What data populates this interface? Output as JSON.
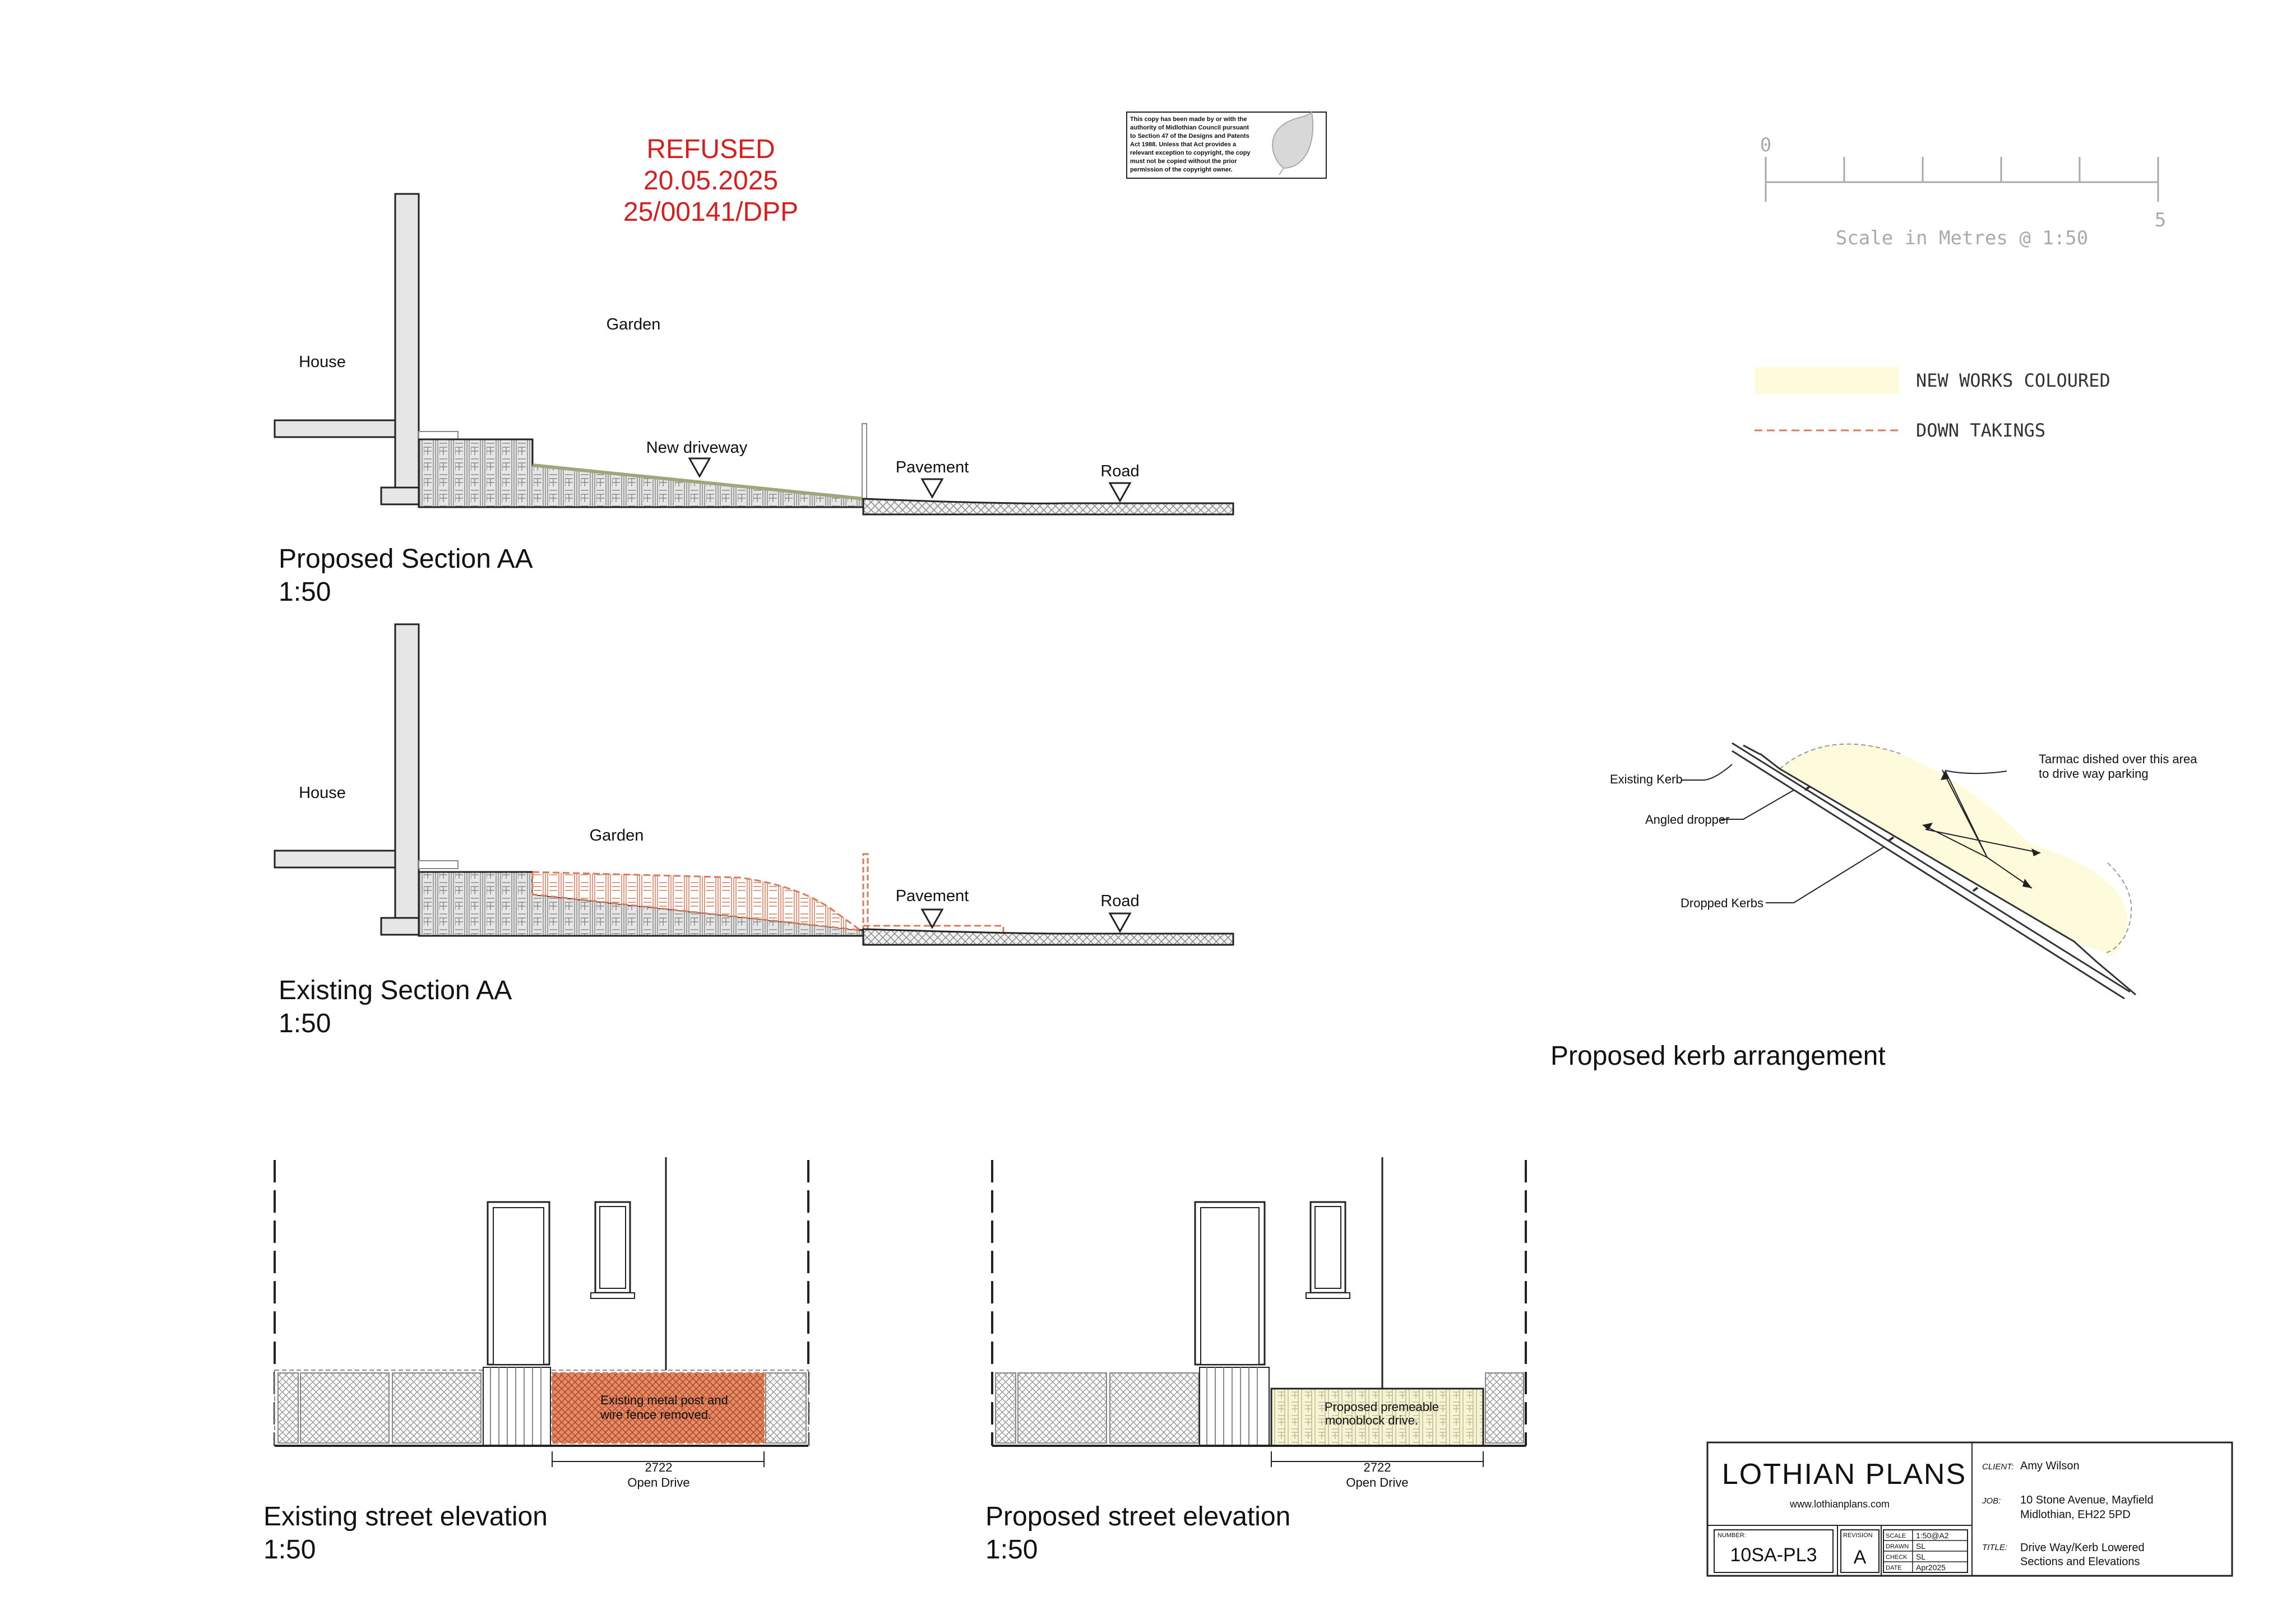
{
  "stamp": {
    "status": "REFUSED",
    "date": "20.05.2025",
    "reference": "25/00141/DPP",
    "color": "#d61f1f"
  },
  "copyright_notice": [
    "This copy has been made by or with the",
    "authority of Midlothian Council pursuant",
    "to Section 47 of the Designs and Patents",
    "Act 1988. Unless that Act provides a",
    "relevant exception to copyright, the copy",
    "must not be copied without the prior",
    "permission of the copyright owner."
  ],
  "scale_bar": {
    "start": "0",
    "end": "5",
    "caption": "Scale in Metres @ 1:50"
  },
  "legend": {
    "new_works": "NEW WORKS COLOURED",
    "down_takings": "DOWN TAKINGS",
    "new_works_color": "#fdfbdc",
    "down_takings_color": "#d97a5a"
  },
  "proposed_section": {
    "house": "House",
    "garden": "Garden",
    "driveway": "New driveway",
    "pavement": "Pavement",
    "road": "Road",
    "title": "Proposed Section AA",
    "scale": "1:50"
  },
  "existing_section": {
    "house": "House",
    "garden": "Garden",
    "pavement": "Pavement",
    "road": "Road",
    "title": "Existing Section AA",
    "scale": "1:50"
  },
  "kerb": {
    "existing_kerb": "Existing Kerb",
    "angled_dropper": "Angled dropper",
    "dropped_kerbs": "Dropped Kerbs",
    "tarmac_note": [
      "Tarmac dished over this area",
      "to drive way parking"
    ],
    "title": "Proposed kerb arrangement"
  },
  "existing_elevation": {
    "note": [
      "Existing metal post and",
      "wire fence removed."
    ],
    "dimension": "2722",
    "dim_label": "Open Drive",
    "title": "Existing street elevation",
    "scale": "1:50"
  },
  "proposed_elevation": {
    "note": [
      "Proposed premeable",
      "monoblock drive."
    ],
    "dimension": "2722",
    "dim_label": "Open Drive",
    "title": "Proposed street elevation",
    "scale": "1:50"
  },
  "title_block": {
    "company": "LOTHIAN PLANS",
    "website": "www.lothianplans.com",
    "client_label": "CLIENT:",
    "client": "Amy Wilson",
    "job_label": "JOB:",
    "job": [
      "10 Stone Avenue, Mayfield",
      "Midlothian, EH22 5PD"
    ],
    "title_label": "TITLE:",
    "title": [
      "Drive Way/Kerb Lowered",
      "Sections and Elevations"
    ],
    "number_label": "NUMBER:",
    "number": "10SA-PL3",
    "revision_label": "REVISION",
    "revision": "A",
    "scale_label": "SCALE",
    "scale": "1:50@A2",
    "drawn_label": "DRAWN",
    "drawn": "SL",
    "check_label": "CHECK",
    "check": "SL",
    "date_label": "DATE",
    "date": "Apr2025"
  }
}
